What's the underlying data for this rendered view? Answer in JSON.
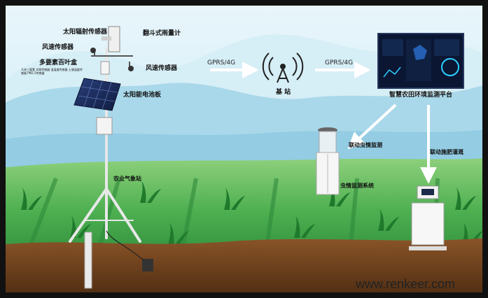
{
  "labels": {
    "solar_radiation_sensor": "太阳辐射传感器",
    "tipping_rain_gauge": "翻斗式雨量计",
    "wind_speed_sensor_left": "风速传感器",
    "wind_speed_sensor_right": "风速传感器",
    "multi_element_louver_box": "多要素百叶盒",
    "louver_box_detail": "大米三要素 光照传感器 温湿度传感器 土壤温度传感器 PM2.5传感器",
    "solar_panel": "太阳能电池板",
    "agri_weather_station": "农业气象站",
    "gprs_left": "GPRS/4G",
    "gprs_right": "GPRS/4G",
    "base_station": "基  站",
    "platform": "智慧农田环境监测平台",
    "linked_pest_monitoring": "联动虫情监测",
    "pest_monitoring_system": "虫情监测系统",
    "linked_fertigation": "联动施肥灌溉"
  },
  "watermark": "www.renkeer.com",
  "colors": {
    "sky": "#bfe6f4",
    "mountain_light": "#cfe9f2",
    "mountain_dark": "#9fd2e6",
    "field_green": "#3aa84a",
    "field_light": "#7cc66c",
    "soil": "#7a4a22",
    "soil_dark": "#4e2c12",
    "frame": "#111111"
  }
}
